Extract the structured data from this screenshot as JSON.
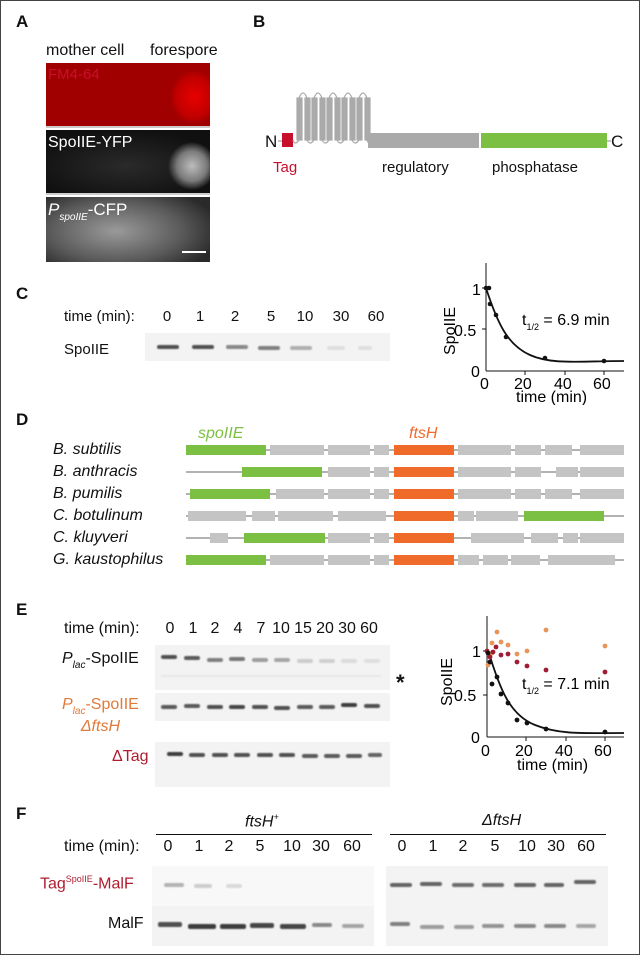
{
  "figure": {
    "panels": {
      "A": {
        "label": "A",
        "header_left": "mother cell",
        "header_right": "forespore",
        "images": [
          {
            "label": "FM4-64",
            "label_color": "#c8102e",
            "channel": "red"
          },
          {
            "label": "SpoIIE-YFP",
            "label_color": "#ffffff",
            "channel": "gray"
          },
          {
            "label_main": "P",
            "label_sub": "spoIIE",
            "label_suffix": "-CFP",
            "label_color": "#ffffff",
            "channel": "gray"
          }
        ],
        "scale_bar": true
      },
      "B": {
        "label": "B",
        "n_terminus": "N",
        "c_terminus": "C",
        "tag_label": "Tag",
        "regulatory_label": "regulatory",
        "phosphatase_label": "phosphatase",
        "transmembrane_helices": 10,
        "colors": {
          "tag": "#c8102e",
          "tm": "#aaaaaa",
          "regulatory": "#aaaaaa",
          "phosphatase": "#7bc043"
        }
      },
      "C": {
        "label": "C",
        "time_label": "time (min):",
        "time_points": [
          "0",
          "1",
          "2",
          "5",
          "10",
          "30",
          "60"
        ],
        "row_label": "SpoIIE",
        "band_intensity": [
          0.85,
          0.85,
          0.6,
          0.65,
          0.4,
          0.12,
          0.12
        ]
      },
      "D": {
        "label": "D",
        "gene1_label": "spoIIE",
        "gene2_label": "ftsH",
        "colors": {
          "spoIIE": "#7bc043",
          "ftsH": "#f06a2a",
          "other": "#c4c4c4"
        },
        "species": [
          "B. subtilis",
          "B. anthracis",
          "B. pumilis",
          "C. botulinum",
          "C. kluyveri",
          "G. kaustophilus"
        ]
      },
      "E": {
        "label": "E",
        "time_label": "time (min):",
        "time_points": [
          "0",
          "1",
          "2",
          "4",
          "7",
          "10",
          "15",
          "20",
          "30",
          "60"
        ],
        "rows": [
          {
            "label_main": "P",
            "label_sub": "lac",
            "label_suffix": "-SpoIIE",
            "color": "#111111"
          },
          {
            "label_main": "P",
            "label_sub": "lac",
            "label_suffix": "-SpoIIE",
            "label_line2": "ΔftsH",
            "color": "#e07a3a"
          },
          {
            "label": "ΔTag",
            "color": "#b01c2e"
          }
        ],
        "asterisk": "*"
      },
      "F": {
        "label": "F",
        "group1_label": "ftsH",
        "group1_sup": "+",
        "group2_label": "ΔftsH",
        "time_label": "time (min):",
        "time_points": [
          "0",
          "1",
          "2",
          "5",
          "10",
          "30",
          "60"
        ],
        "row1_label_main": "Tag",
        "row1_label_sup": "SpoIIE",
        "row1_label_suffix": "-MalF",
        "row1_color": "#b01c2e",
        "row2_label": "MalF"
      }
    }
  },
  "chart_data": [
    {
      "type": "scatter",
      "panel": "C",
      "title": "",
      "annotation": "t1/2 = 6.9 min",
      "xlabel": "time (min)",
      "ylabel": "SpoIIE",
      "xlim": [
        0,
        70
      ],
      "ylim": [
        0,
        1.25
      ],
      "xticks": [
        0,
        20,
        40,
        60
      ],
      "yticks": [
        0,
        0.5,
        1
      ],
      "grid": false,
      "series": [
        {
          "name": "SpoIIE",
          "color": "#111111",
          "x": [
            0,
            1,
            2,
            5,
            10,
            30,
            60
          ],
          "y": [
            1.0,
            1.0,
            0.8,
            0.72,
            0.41,
            0.16,
            0.13
          ]
        },
        {
          "name": "fit",
          "type": "line",
          "color": "#111111",
          "halflife": 6.9,
          "plateau": 0.13
        }
      ]
    },
    {
      "type": "scatter",
      "panel": "E",
      "title": "",
      "annotation": "t1/2 = 7.1 min",
      "xlabel": "time (min)",
      "ylabel": "SpoIIE",
      "xlim": [
        0,
        70
      ],
      "ylim": [
        0,
        1.3
      ],
      "xticks": [
        0,
        20,
        40,
        60
      ],
      "yticks": [
        0,
        0.5,
        1
      ],
      "grid": false,
      "series": [
        {
          "name": "Plac-SpoIIE",
          "color": "#111111",
          "x": [
            0,
            1,
            2,
            4,
            7,
            10,
            15,
            20,
            30,
            60
          ],
          "y": [
            0.97,
            0.86,
            0.61,
            0.7,
            0.5,
            0.4,
            0.2,
            0.17,
            0.1,
            0.06
          ]
        },
        {
          "name": "Plac-SpoIIE ΔftsH",
          "color": "#e8955a",
          "x": [
            0,
            1,
            2,
            4,
            7,
            10,
            15,
            20,
            30,
            60
          ],
          "y": [
            0.85,
            0.96,
            1.07,
            1.19,
            1.08,
            1.04,
            0.96,
            0.99,
            1.21,
            1.02
          ]
        },
        {
          "name": "ΔTag",
          "color": "#a01c34",
          "x": [
            0,
            1,
            2,
            4,
            7,
            10,
            15,
            20,
            30,
            60
          ],
          "y": [
            0.99,
            0.93,
            0.98,
            1.03,
            0.94,
            0.95,
            0.87,
            0.83,
            0.78,
            0.75
          ]
        },
        {
          "name": "fit",
          "type": "line",
          "color": "#111111",
          "halflife": 7.1,
          "plateau": 0.06
        }
      ]
    }
  ]
}
